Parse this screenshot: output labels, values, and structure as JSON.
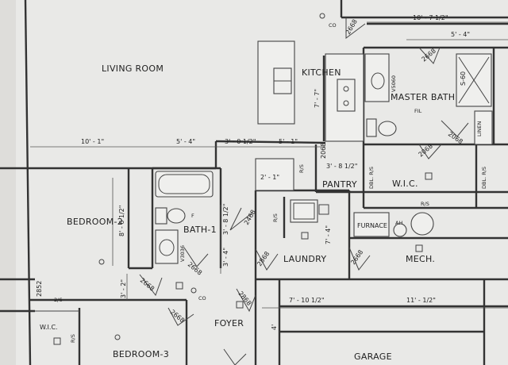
{
  "rooms": {
    "living_room": "LIVING ROOM",
    "kitchen": "KITCHEN",
    "master_bath": "MASTER BATH",
    "wic_master": "W.I.C.",
    "pantry": "PANTRY",
    "bedroom2": "BEDROOM-2",
    "bath1": "BATH-1",
    "laundry": "LAUNDRY",
    "furnace": "FURNACE",
    "mech": "MECH.",
    "foyer": "FOYER",
    "wic_left": "W.I.C.",
    "bedroom3": "BEDROOM-3",
    "garage": "GARAGE",
    "linen": "LINEN"
  },
  "dimensions": {
    "d_10_7_1_2": "10' - 7 1/2\"",
    "d_5_4_top": "5' - 4\"",
    "d_10_1": "10' - 1\"",
    "d_5_4": "5' - 4\"",
    "d_3_0_1_2": "3' - 0 1/2\"",
    "d_5_1": "5' - 1\"",
    "d_7_7": "7' - 7\"",
    "d_3_8_1_2_pantry": "3' - 8 1/2\"",
    "d_2_1": "2' - 1\"",
    "d_8_6_1_2": "8' - 6 1/2\"",
    "d_3_8_1_2": "3' - 8 1/2\"",
    "d_3_4": "3' - 4\"",
    "d_7_4": "7' - 4\"",
    "d_3_2": "3' - 2\"",
    "d_7_10_1_2": "7' - 10 1/2\"",
    "d_11_1_2": "11' - 1/2\"",
    "d_4": "4'"
  },
  "doors": {
    "d2668_a": "2668",
    "d2668_b": "2668",
    "d2068_a": "2068",
    "d2068_b": "2068",
    "d2068_c": "2068",
    "d2468": "2468",
    "d2668_c": "2668",
    "d2868_a": "2868",
    "d2668_d": "2668",
    "d2668_e": "2668",
    "d2668_f": "2668",
    "d2868_b": "2868",
    "d2852": "2852",
    "d2_6": "2/6"
  },
  "labels": {
    "co1": "CO",
    "co2": "CO",
    "s60": "S-60",
    "v5060": "V5060",
    "v3036": "V3036",
    "fil": "FIL",
    "f": "F",
    "rs1": "R/S",
    "rs2": "R/S",
    "rs3": "R/S",
    "rs4": "R/S",
    "dbl_rs1": "DBL. R/S",
    "dbl_rs2": "DBL. R/S",
    "ah": "AH"
  }
}
